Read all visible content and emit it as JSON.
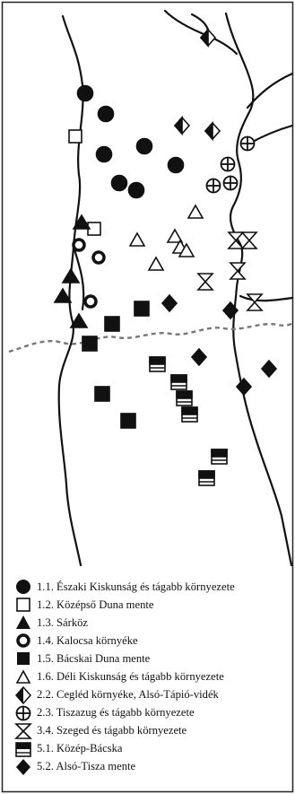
{
  "legend": [
    {
      "symbol": "circle-filled",
      "label": "1.1. Északi Kiskunság és tágabb környezete"
    },
    {
      "symbol": "square-open",
      "label": "1.2. Középső Duna mente"
    },
    {
      "symbol": "triangle-filled",
      "label": "1.3. Sárköz"
    },
    {
      "symbol": "ring",
      "label": "1.4. Kalocsa környéke"
    },
    {
      "symbol": "square-filled",
      "label": "1.5. Bácskai Duna mente"
    },
    {
      "symbol": "triangle-open",
      "label": "1.6. Déli Kiskunság és tágabb környezete"
    },
    {
      "symbol": "diamond-half",
      "label": "2.2. Cegléd környéke, Alsó-Tápió-vidék"
    },
    {
      "symbol": "circle-cross",
      "label": "2.3. Tiszazug és tágabb környezete"
    },
    {
      "symbol": "hourglass",
      "label": "3.4. Szeged és tágabb környezete"
    },
    {
      "symbol": "square-striped",
      "label": "5.1. Közép-Bácska"
    },
    {
      "symbol": "diamond-filled",
      "label": "5.2. Alsó-Tisza mente"
    }
  ],
  "colors": {
    "ink": "#111111",
    "background": "#ffffff"
  }
}
